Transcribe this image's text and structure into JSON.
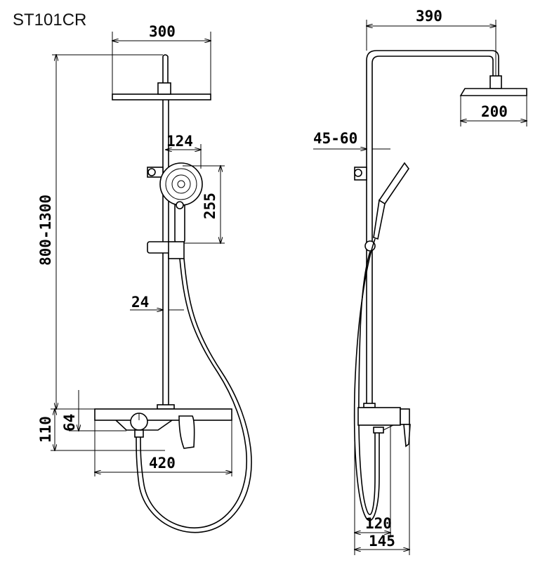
{
  "title": "ST101CR",
  "front_view": {
    "dims": {
      "head_width": "300",
      "handset_offset": "124",
      "handset_height": "255",
      "height_range": "800-1300",
      "pipe_diameter": "24",
      "body_height": "110",
      "body_depth_64": "64",
      "shelf_width": "420"
    }
  },
  "side_view": {
    "dims": {
      "arm_length": "390",
      "head_size": "200",
      "wall_distance": "45-60",
      "body_depth_120": "120",
      "body_depth_145": "145"
    }
  }
}
